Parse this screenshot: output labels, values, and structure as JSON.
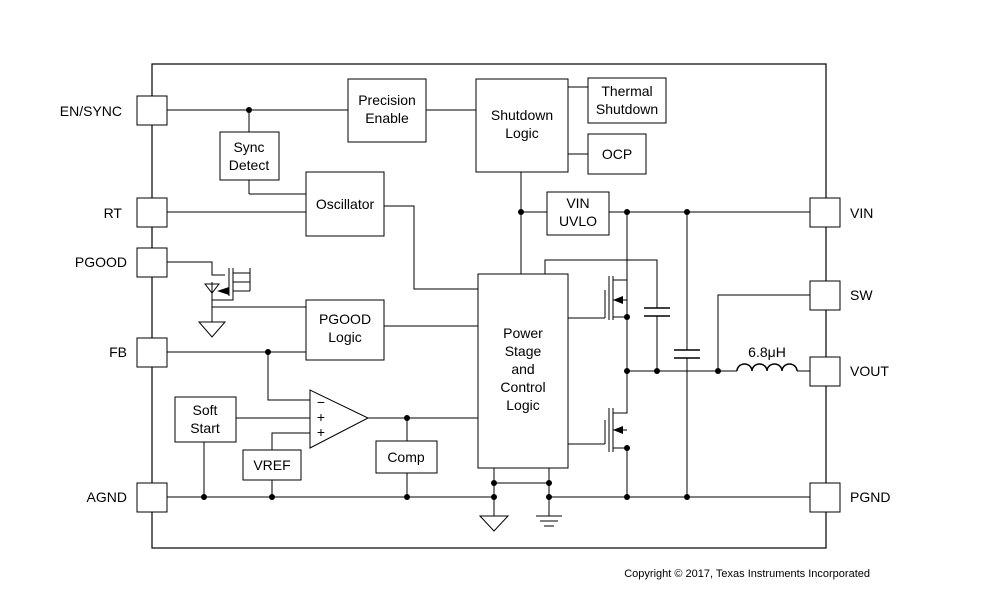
{
  "pins": {
    "en_sync": "EN/SYNC",
    "rt": "RT",
    "pgood": "PGOOD",
    "fb": "FB",
    "agnd": "AGND",
    "vin": "VIN",
    "sw": "SW",
    "vout": "VOUT",
    "pgnd": "PGND"
  },
  "blocks": {
    "precision_enable": [
      "Precision",
      "Enable"
    ],
    "shutdown_logic": [
      "Shutdown",
      "Logic"
    ],
    "thermal_shutdown": [
      "Thermal",
      "Shutdown"
    ],
    "ocp": "OCP",
    "sync_detect": [
      "Sync",
      "Detect"
    ],
    "oscillator": "Oscillator",
    "vin_uvlo": [
      "VIN",
      "UVLO"
    ],
    "pgood_logic": [
      "PGOOD",
      "Logic"
    ],
    "power_stage": [
      "Power",
      "Stage",
      "and",
      "Control",
      "Logic"
    ],
    "soft_start": [
      "Soft",
      "Start"
    ],
    "vref": "VREF",
    "comp": "Comp"
  },
  "opamp": {
    "minus": "−",
    "plus1": "+",
    "plus2": "+"
  },
  "inductor_value": "6.8μH",
  "copyright": "Copyright © 2017, Texas Instruments Incorporated"
}
